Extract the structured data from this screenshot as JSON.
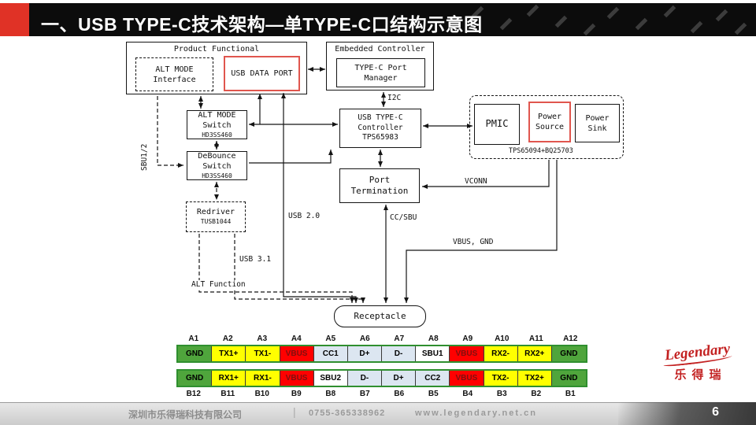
{
  "slide": {
    "title": "一、USB TYPE-C技术架构—单TYPE-C口结构示意图",
    "page_number": "6"
  },
  "diagram": {
    "boxes": {
      "product_functional": "Product Functional",
      "alt_mode_interface": "ALT MODE\nInterface",
      "usb_data_port": "USB DATA PORT",
      "embedded_controller": "Embedded Controller",
      "typec_port_manager": "TYPE-C Port\nManager",
      "alt_mode_switch": "ALT MODE\nSwitch",
      "alt_mode_switch_chip": "HD3SS460",
      "debounce_switch": "DeBounce\nSwitch",
      "debounce_switch_chip": "HD3SS460",
      "redriver": "Redriver",
      "redriver_chip": "TUSB1044",
      "usb_typec_controller": "USB TYPE-C\nController\nTPS65983",
      "port_termination": "Port\nTermination",
      "pmic": "PMIC",
      "power_source": "Power\nSource",
      "power_sink": "Power\nSink",
      "pmic_group_chip": "TPS65094+BQ25703",
      "receptacle": "Receptacle"
    },
    "labels": {
      "i2c": "I2C",
      "sbu12": "SBU1/2",
      "usb20": "USB 2.0",
      "usb31": "USB 3.1",
      "alt_function": "ALT Function",
      "cc_sbu": "CC/SBU",
      "vconn": "VCONN",
      "vbus_gnd": "VBUS, GND"
    }
  },
  "pin_table": {
    "top_numbers": [
      "A1",
      "A2",
      "A3",
      "A4",
      "A5",
      "A6",
      "A7",
      "A8",
      "A9",
      "A10",
      "A11",
      "A12"
    ],
    "top_pins": [
      {
        "label": "GND",
        "type": "gnd"
      },
      {
        "label": "TX1+",
        "type": "tx"
      },
      {
        "label": "TX1-",
        "type": "tx"
      },
      {
        "label": "VBUS",
        "type": "vbus"
      },
      {
        "label": "CC1",
        "type": "cc"
      },
      {
        "label": "D+",
        "type": "d"
      },
      {
        "label": "D-",
        "type": "d"
      },
      {
        "label": "SBU1",
        "type": "sbu"
      },
      {
        "label": "VBUS",
        "type": "vbus"
      },
      {
        "label": "RX2-",
        "type": "tx"
      },
      {
        "label": "RX2+",
        "type": "tx"
      },
      {
        "label": "GND",
        "type": "gnd"
      }
    ],
    "bottom_pins": [
      {
        "label": "GND",
        "type": "gnd"
      },
      {
        "label": "RX1+",
        "type": "tx"
      },
      {
        "label": "RX1-",
        "type": "tx"
      },
      {
        "label": "VBUS",
        "type": "vbus"
      },
      {
        "label": "SBU2",
        "type": "sbu"
      },
      {
        "label": "D-",
        "type": "d"
      },
      {
        "label": "D+",
        "type": "d"
      },
      {
        "label": "CC2",
        "type": "cc"
      },
      {
        "label": "VBUS",
        "type": "vbus"
      },
      {
        "label": "TX2-",
        "type": "tx"
      },
      {
        "label": "TX2+",
        "type": "tx"
      },
      {
        "label": "GND",
        "type": "gnd"
      }
    ],
    "bottom_numbers": [
      "B12",
      "B11",
      "B10",
      "B9",
      "B8",
      "B7",
      "B6",
      "B5",
      "B4",
      "B3",
      "B2",
      "B1"
    ],
    "colors": {
      "gnd": {
        "bg": "#4fa53c",
        "fg": "#000000"
      },
      "tx": {
        "bg": "#ffff00",
        "fg": "#000000"
      },
      "vbus": {
        "bg": "#ff0000",
        "fg": "#7f0f0f"
      },
      "cc": {
        "bg": "#dce6f1",
        "fg": "#000000"
      },
      "d": {
        "bg": "#dce6f1",
        "fg": "#000000"
      },
      "sbu": {
        "bg": "#ffffff",
        "fg": "#000000"
      }
    }
  },
  "footer": {
    "company": "深圳市乐得瑞科技有限公司",
    "separator": "|",
    "phone": "0755-365338962",
    "website": "www.legendary.net.cn"
  },
  "logo": {
    "script": "Legendary",
    "cn": "乐得瑞"
  }
}
